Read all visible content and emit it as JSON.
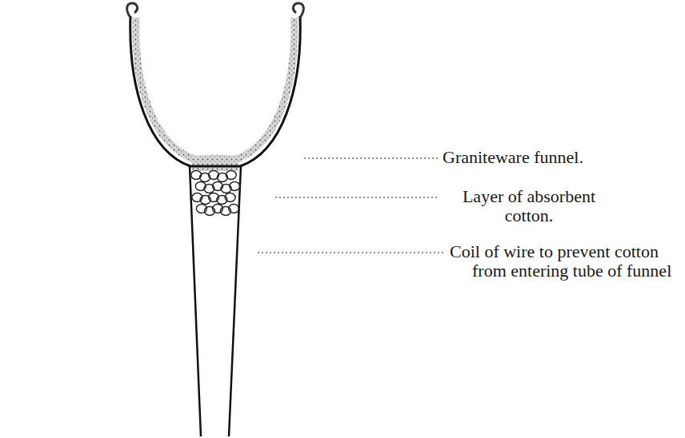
{
  "diagram": {
    "labels": [
      "Graniteware funnel.",
      "Layer of absorbent cotton.",
      "Coil of wire to prevent cotton from entering tube of funnel"
    ]
  }
}
